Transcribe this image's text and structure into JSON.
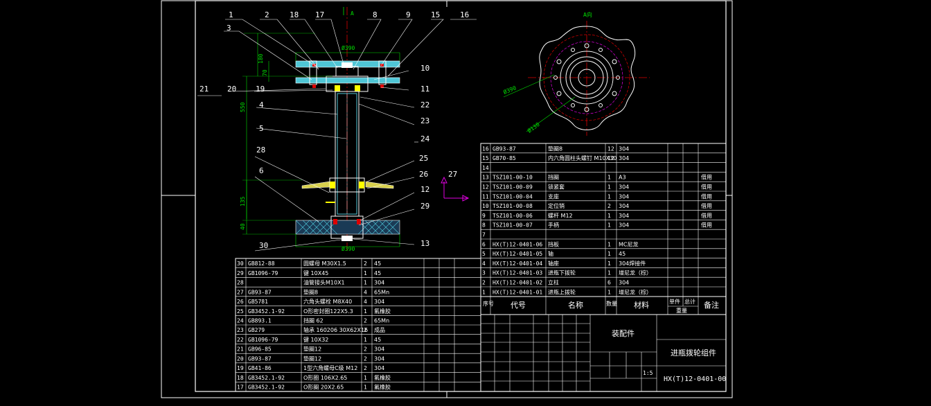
{
  "view_a_label": "A向",
  "view_a_marker": "A",
  "balloons_top": [
    "1",
    "2",
    "18",
    "17",
    "8",
    "9",
    "15",
    "16"
  ],
  "balloon_3": "3",
  "balloons_left": [
    "21",
    "20",
    "19"
  ],
  "balloons_right_upper": [
    "10",
    "11",
    "22",
    "23",
    "24"
  ],
  "balloons_left_shaft": [
    "4",
    "5",
    "28",
    "6"
  ],
  "balloons_right_lower": [
    "25",
    "26",
    "27",
    "12",
    "29"
  ],
  "balloon_30": "30",
  "balloon_13": "13",
  "dims": {
    "top_dia": "Ø390",
    "bottom_dia": "Ø390",
    "d180": "180",
    "d70": "70",
    "d550": "550",
    "d135": "135",
    "d40": "40",
    "view_dia1": "Ø390",
    "view_dia2": "Ø130"
  },
  "bom_upper": [
    {
      "no": "16",
      "code": "GB93-87",
      "name": "垫圈8",
      "qty": "12",
      "mat": "304",
      "note": ""
    },
    {
      "no": "15",
      "code": "GB70-85",
      "name": "内六角圆柱头螺钉 M10X30",
      "qty": "12",
      "mat": "304",
      "note": ""
    },
    {
      "no": "14",
      "code": "",
      "name": "",
      "qty": "",
      "mat": "",
      "note": ""
    },
    {
      "no": "13",
      "code": "TSZ101-00-10",
      "name": "挡圈",
      "qty": "1",
      "mat": "A3",
      "note": "借用"
    },
    {
      "no": "12",
      "code": "TSZ101-00-09",
      "name": "锁紧套",
      "qty": "1",
      "mat": "304",
      "note": "借用"
    },
    {
      "no": "11",
      "code": "TSZ101-00-04",
      "name": "支座",
      "qty": "1",
      "mat": "304",
      "note": "借用"
    },
    {
      "no": "10",
      "code": "TSZ101-00-08",
      "name": "定位销",
      "qty": "2",
      "mat": "304",
      "note": "借用"
    },
    {
      "no": "9",
      "code": "TSZ101-00-06",
      "name": "螺杆 M12",
      "qty": "1",
      "mat": "304",
      "note": "借用"
    },
    {
      "no": "8",
      "code": "TSZ101-00-07",
      "name": "手柄",
      "qty": "1",
      "mat": "304",
      "note": "借用"
    },
    {
      "no": "7",
      "code": "",
      "name": "",
      "qty": "",
      "mat": "",
      "note": ""
    },
    {
      "no": "6",
      "code": "HX(T)12-0401-06",
      "name": "挡板",
      "qty": "1",
      "mat": "MC尼龙",
      "note": ""
    },
    {
      "no": "5",
      "code": "HX(T)12-0401-05",
      "name": "轴",
      "qty": "1",
      "mat": "45",
      "note": ""
    },
    {
      "no": "4",
      "code": "HX(T)12-0401-04",
      "name": "轴座",
      "qty": "1",
      "mat": "304焊接件",
      "note": ""
    },
    {
      "no": "3",
      "code": "HX(T)12-0401-03",
      "name": "进瓶下拨轮",
      "qty": "1",
      "mat": "增尼龙（棕）",
      "note": ""
    },
    {
      "no": "2",
      "code": "HX(T)12-0401-02",
      "name": "立柱",
      "qty": "6",
      "mat": "304",
      "note": ""
    },
    {
      "no": "1",
      "code": "HX(T)12-0401-01",
      "name": "进瓶上拨轮",
      "qty": "1",
      "mat": "增尼龙（棕）",
      "note": ""
    }
  ],
  "bom_header": {
    "no": "序号",
    "code": "代号",
    "name": "名称",
    "qty": "数量",
    "mat": "材料",
    "single": "单件",
    "total": "总计",
    "weight": "重量",
    "note": "备注"
  },
  "bom_lower": [
    {
      "no": "30",
      "code": "GB812-88",
      "name": "圆螺母 M30X1.5",
      "qty": "2",
      "mat": "45"
    },
    {
      "no": "29",
      "code": "GB1096-79",
      "name": "键 10X45",
      "qty": "1",
      "mat": "45"
    },
    {
      "no": "28",
      "code": "",
      "name": "油管接头M10X1",
      "qty": "1",
      "mat": "304"
    },
    {
      "no": "27",
      "code": "GB93-87",
      "name": "垫圈8",
      "qty": "4",
      "mat": "65Mn"
    },
    {
      "no": "26",
      "code": "GB5781",
      "name": "六角头螺栓 M8X40",
      "qty": "4",
      "mat": "304"
    },
    {
      "no": "25",
      "code": "GB3452.1-92",
      "name": "O形密封圈122X5.3",
      "qty": "1",
      "mat": "氟橡胶"
    },
    {
      "no": "24",
      "code": "GB893.1",
      "name": "挡圈 62",
      "qty": "2",
      "mat": "65Mn"
    },
    {
      "no": "23",
      "code": "GB279",
      "name": "轴承 160206 30X62X16",
      "qty": "2",
      "mat": "成品"
    },
    {
      "no": "22",
      "code": "GB1096-79",
      "name": "键 10X32",
      "qty": "1",
      "mat": "45"
    },
    {
      "no": "21",
      "code": "GB96-85",
      "name": "垫圈12",
      "qty": "2",
      "mat": "304"
    },
    {
      "no": "20",
      "code": "GB93-87",
      "name": "垫圈12",
      "qty": "2",
      "mat": "304"
    },
    {
      "no": "19",
      "code": "GB41-86",
      "name": "1型六角螺母C级 M12",
      "qty": "2",
      "mat": "304"
    },
    {
      "no": "18",
      "code": "GB3452.1-92",
      "name": "O形圈 106X2.65",
      "qty": "1",
      "mat": "氟橡胶"
    },
    {
      "no": "17",
      "code": "GB3452.1-92",
      "name": "O形圈 20X2.65",
      "qty": "1",
      "mat": "氟橡胶"
    }
  ],
  "title_block": {
    "assembly": "装配件",
    "name": "进瓶拨轮组件",
    "drawing_no": "HX(T)12-0401-00",
    "scale": "1:5"
  }
}
